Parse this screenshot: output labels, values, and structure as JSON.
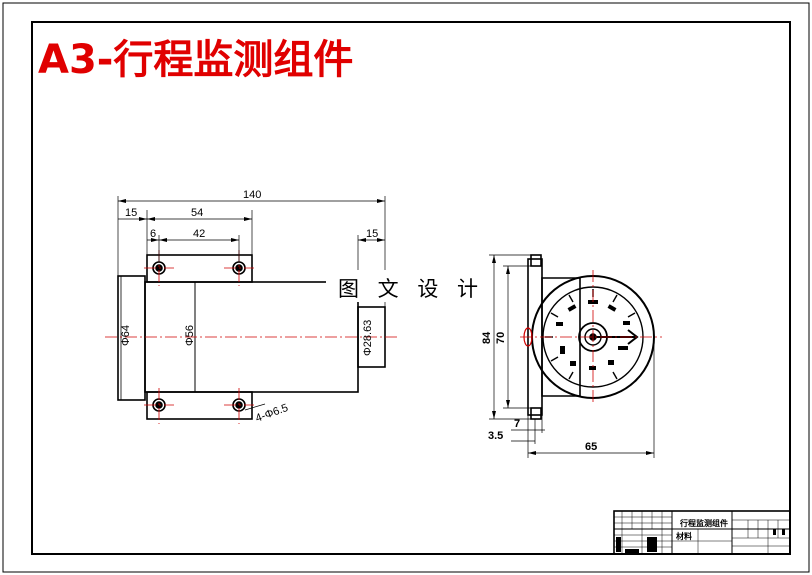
{
  "title": "A3-行程监测组件",
  "watermark": "图 文 设 计",
  "dimensions": {
    "overall_length": "140",
    "d15_left": "15",
    "d54": "54",
    "d6": "6",
    "d42": "42",
    "d15_right": "15",
    "phi64": "Φ64",
    "phi56": "Φ56",
    "phi28": "Φ28.63",
    "hole": "4-Φ6.5",
    "h84": "84",
    "h70": "70",
    "d7": "7",
    "d3_5": "3.5",
    "w65": "65"
  },
  "title_block": {
    "name": "行程监测组件",
    "material": "材料"
  },
  "colors": {
    "title": "#e00000",
    "centerline": "#d00000",
    "line": "#000000"
  }
}
